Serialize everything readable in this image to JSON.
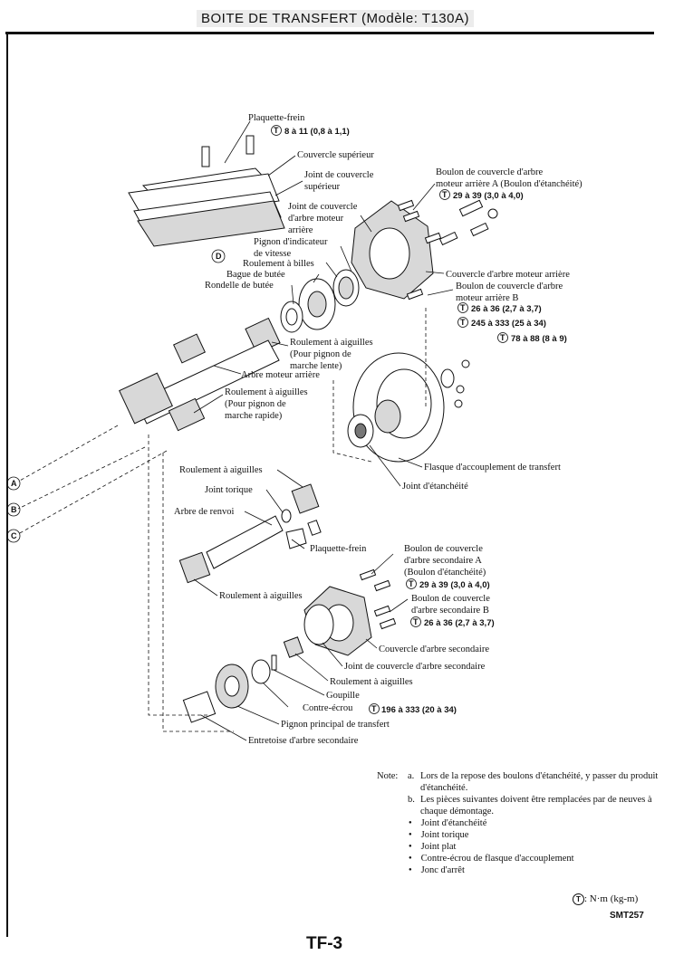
{
  "header": {
    "title": "BOITE DE TRANSFERT (Modèle: T130A)"
  },
  "labels": {
    "plaquette_frein_1": "Plaquette-frein",
    "torque_plaquette": "8 à 11 (0,8 à 1,1)",
    "couvercle_sup": "Couvercle supérieur",
    "joint_couvercle_1": "Joint de couvercle",
    "joint_couvercle_2": "supérieur",
    "joint_arbre_mot_1": "Joint de couvercle",
    "joint_arbre_mot_2": "d'arbre moteur",
    "joint_arbre_mot_3": "arrière",
    "pignon_ind_1": "Pignon d'indicateur",
    "pignon_ind_2": "de vitesse",
    "roulement_billes": "Roulement à billes",
    "bague_butee": "Bague de butée",
    "rondelle_butee": "Rondelle de butée",
    "boulon_a_1": "Boulon de couvercle d'arbre",
    "boulon_a_2": "moteur arrière A (Boulon d'étanchéité)",
    "torque_boulon_a": "29 à 39 (3,0 à 4,0)",
    "couvercle_arbre_mot": "Couvercle d'arbre moteur arrière",
    "boulon_b_1": "Boulon de couvercle d'arbre",
    "boulon_b_2": "moteur arrière B",
    "torque_boulon_b": "26 à 36 (2,7 à 3,7)",
    "torque_245": "245 à 333 (25 à 34)",
    "torque_78": "78 à 88 (8 à 9)",
    "roul_aig_lente_1": "Roulement à aiguilles",
    "roul_aig_lente_2": "(Pour pignon de",
    "roul_aig_lente_3": "marche lente)",
    "arbre_moteur": "Arbre moteur arrière",
    "roul_aig_rapide_1": "Roulement à aiguilles",
    "roul_aig_rapide_2": "(Pour pignon de",
    "roul_aig_rapide_3": "marche rapide)",
    "flasque": "Flasque d'accouplement de transfert",
    "joint_etanch": "Joint d'étanchéité",
    "roul_aig_2": "Roulement à aiguilles",
    "joint_torique": "Joint torique",
    "arbre_renvoi": "Arbre de renvoi",
    "plaquette_frein_2": "Plaquette-frein",
    "boulon_sec_a_1": "Boulon de couvercle",
    "boulon_sec_a_2": "d'arbre secondaire A",
    "boulon_sec_a_3": "(Boulon d'étanchéité)",
    "torque_sec_a": "29 à 39 (3,0 à 4,0)",
    "boulon_sec_b_1": "Boulon de couvercle",
    "boulon_sec_b_2": "d'arbre secondaire B",
    "torque_sec_b": "26 à 36 (2,7 à 3,7)",
    "roul_aig_3": "Roulement à aiguilles",
    "couvercle_sec": "Couvercle d'arbre secondaire",
    "joint_couv_sec": "Joint de couvercle d'arbre secondaire",
    "roul_aig_4": "Roulement à aiguilles",
    "goupille": "Goupille",
    "contre_ecrou": "Contre-écrou",
    "torque_contre": "196 à 333 (20 à 34)",
    "pignon_principal": "Pignon principal de transfert",
    "entretoise": "Entretoise d'arbre secondaire",
    "circle_a": "A",
    "circle_b": "B",
    "circle_c": "C",
    "circle_d": "D",
    "torque_symbol": "T"
  },
  "note": {
    "prefix": "Note:",
    "a_key": "a.",
    "a_text": "Lors de la repose des boulons d'étanchéité, y passer du produit d'étanchéité.",
    "b_key": "b.",
    "b_text": "Les pièces suivantes doivent être remplacées par de neuves à chaque démontage.",
    "items": [
      "Joint d'étanchéité",
      "Joint torique",
      "Joint plat",
      "Contre-écrou de flasque d'accouplement",
      "Jonc d'arrêt"
    ]
  },
  "unit": ": N·m (kg-m)",
  "figure_code": "SMT257",
  "page_number": "TF-3"
}
